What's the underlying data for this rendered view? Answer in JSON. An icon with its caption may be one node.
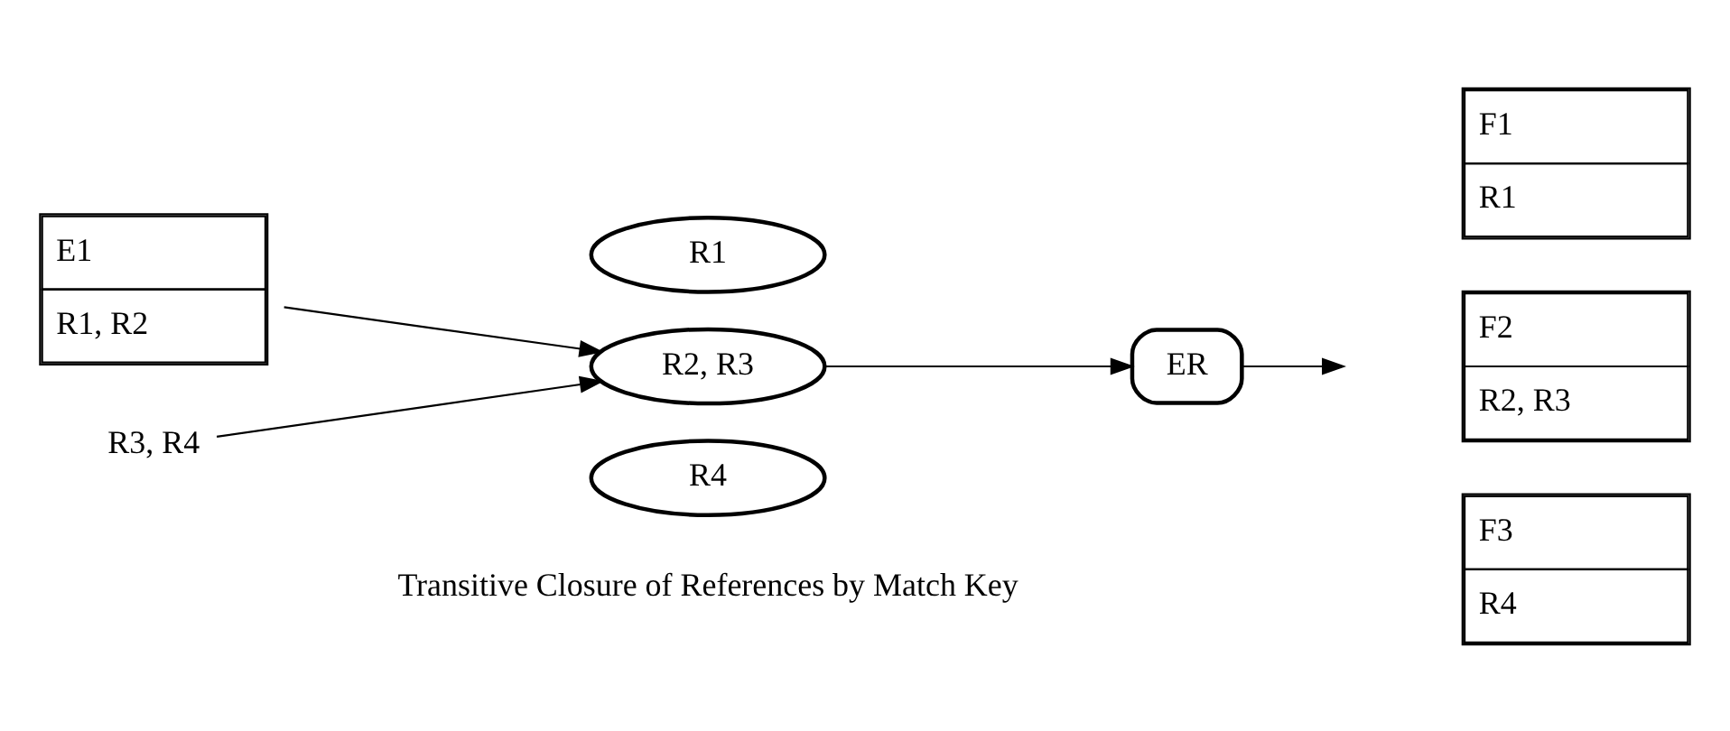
{
  "diagram": {
    "nodes": [
      {
        "text": [
          "E1",
          "R1, R2"
        ]
      },
      {
        "text": [
          "R3, R4"
        ]
      },
      {
        "text": [
          "R1"
        ]
      },
      {
        "text": [
          "R2, R3"
        ]
      },
      {
        "text": [
          "R4"
        ]
      },
      {
        "text": [
          "ER"
        ]
      },
      {
        "text": [
          "F1",
          "R1"
        ]
      },
      {
        "text": [
          "F2",
          "R2, R3"
        ]
      },
      {
        "text": [
          "F3",
          "R4"
        ]
      }
    ],
    "edges": [
      {
        "from": 0,
        "to": 3,
        "arrow": "to"
      },
      {
        "from": 1,
        "to": 3,
        "arrow": "to"
      },
      {
        "from": 3,
        "to": 5,
        "arrow": "to"
      },
      {
        "from": 5,
        "to": null,
        "arrow": "to"
      }
    ],
    "labels": [
      "Transitive Closure of References by Match Key"
    ]
  }
}
